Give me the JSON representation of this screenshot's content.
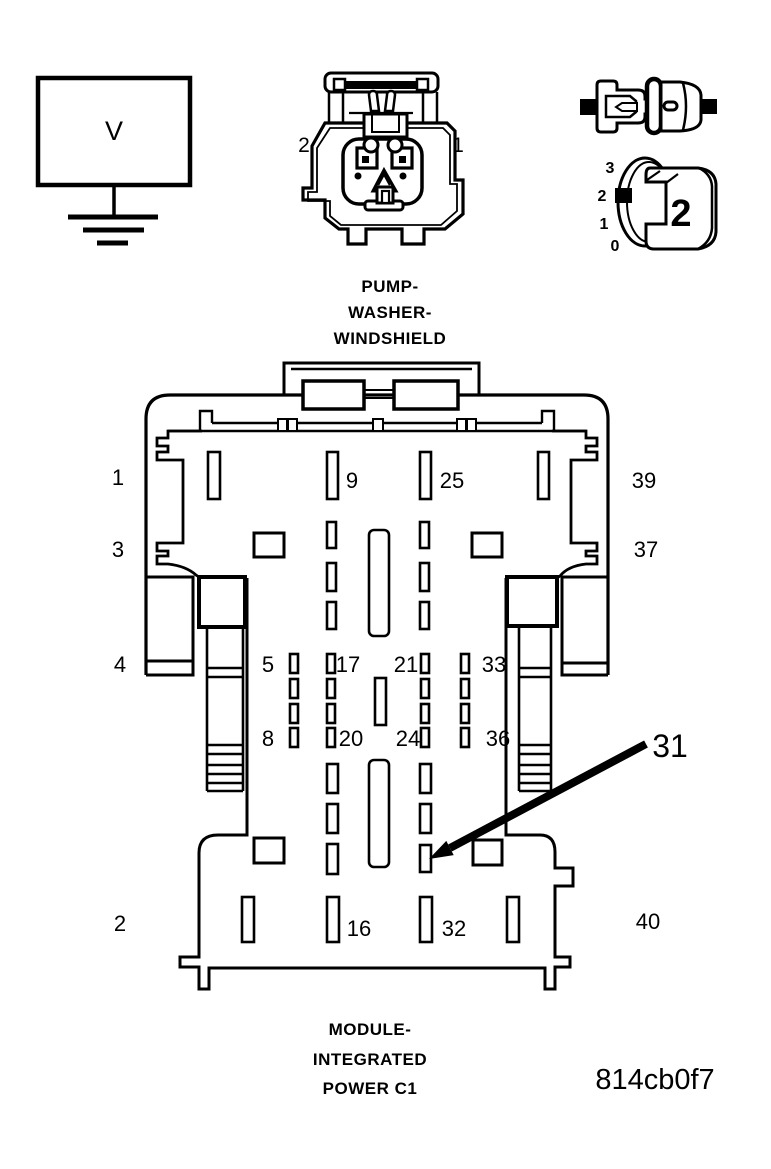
{
  "colors": {
    "line": "#000000",
    "background": "#ffffff"
  },
  "voltmeter": {
    "label": "V"
  },
  "washer_connector": {
    "name_lines": [
      "PUMP-",
      "WASHER-",
      "WINDSHIELD"
    ],
    "cavity_left": "2",
    "cavity_right": "1"
  },
  "terminal_icons": {
    "gauge_scale": [
      "3",
      "2",
      "1",
      "0"
    ],
    "gauge_size": "2"
  },
  "module_connector": {
    "name_lines": [
      "MODULE-",
      "INTEGRATED",
      "POWER C1"
    ],
    "left_labels": [
      "1",
      "3",
      "4",
      "2"
    ],
    "right_labels": [
      "39",
      "37",
      "40"
    ],
    "top_row_labels": [
      "9",
      "25"
    ],
    "mid_upper_labels": [
      "5",
      "17",
      "21",
      "33"
    ],
    "mid_lower_labels": [
      "8",
      "20",
      "24",
      "36"
    ],
    "bottom_row_labels": [
      "16",
      "32"
    ],
    "callout_pin": "31"
  },
  "figure_code": "814cb0f7"
}
